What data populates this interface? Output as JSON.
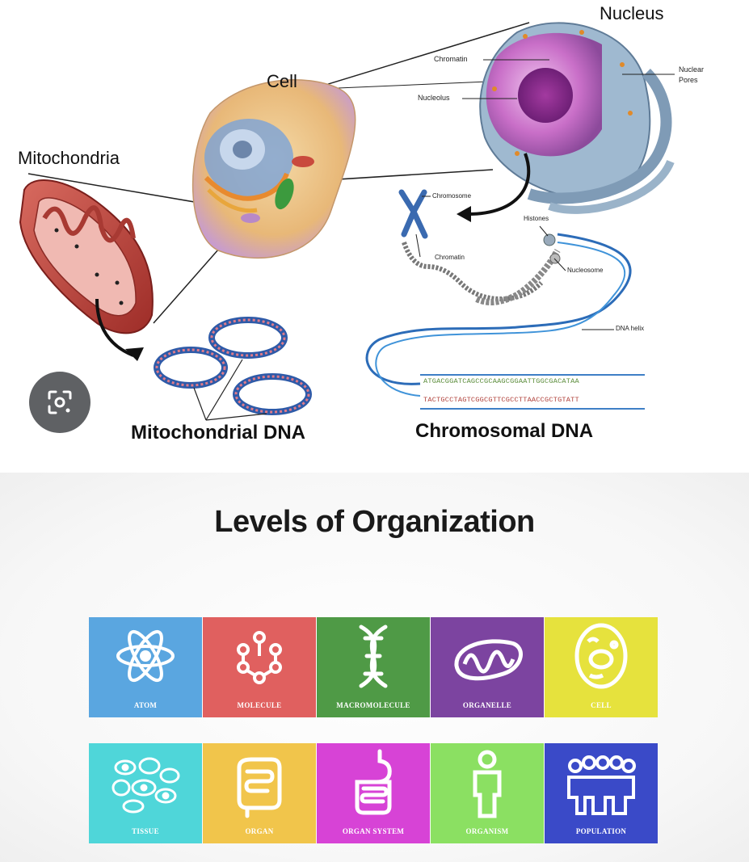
{
  "labels": {
    "nucleus": "Nucleus",
    "cell": "Cell",
    "mitochondria": "Mitochondria",
    "chromatin": "Chromatin",
    "nucleolus": "Nucleolus",
    "nuclear_pores": "Nuclear\nPores",
    "chromosome": "Chromosome",
    "chromatin_lower": "Chromatin",
    "histones": "Histones",
    "nucleosome": "Nucleosome",
    "dna_helix": "DNA helix",
    "seq_top": "ATGACGGATCAGCCGCAAGCGGAATTGGCGACATAA",
    "seq_bottom": "TACTGCCTAGTCGGCGTTCGCCTTAACCGCTGTATT",
    "mito_dna": "Mitochondrial  DNA",
    "chrom_dna": "Chromosomal DNA"
  },
  "levels": {
    "title": "Levels of Organization",
    "row1": [
      {
        "label": "Atom",
        "icon": "atom-icon",
        "color": "#5aa6e0"
      },
      {
        "label": "Molecule",
        "icon": "molecule-icon",
        "color": "#e0605f"
      },
      {
        "label": "Macromolecule",
        "icon": "dna-icon",
        "color": "#4f9a46"
      },
      {
        "label": "Organelle",
        "icon": "mitochondrion-icon",
        "color": "#7c44a0"
      },
      {
        "label": "Cell",
        "icon": "cell-icon",
        "color": "#e6e23d"
      }
    ],
    "row2": [
      {
        "label": "Tissue",
        "icon": "tissue-icon",
        "color": "#4fd6d9"
      },
      {
        "label": "Organ",
        "icon": "intestine-icon",
        "color": "#f1c54b"
      },
      {
        "label": "Organ System",
        "icon": "digestive-system-icon",
        "color": "#d743d6"
      },
      {
        "label": "Organism",
        "icon": "person-icon",
        "color": "#8be062"
      },
      {
        "label": "Population",
        "icon": "group-icon",
        "color": "#3a4ac8"
      }
    ]
  }
}
